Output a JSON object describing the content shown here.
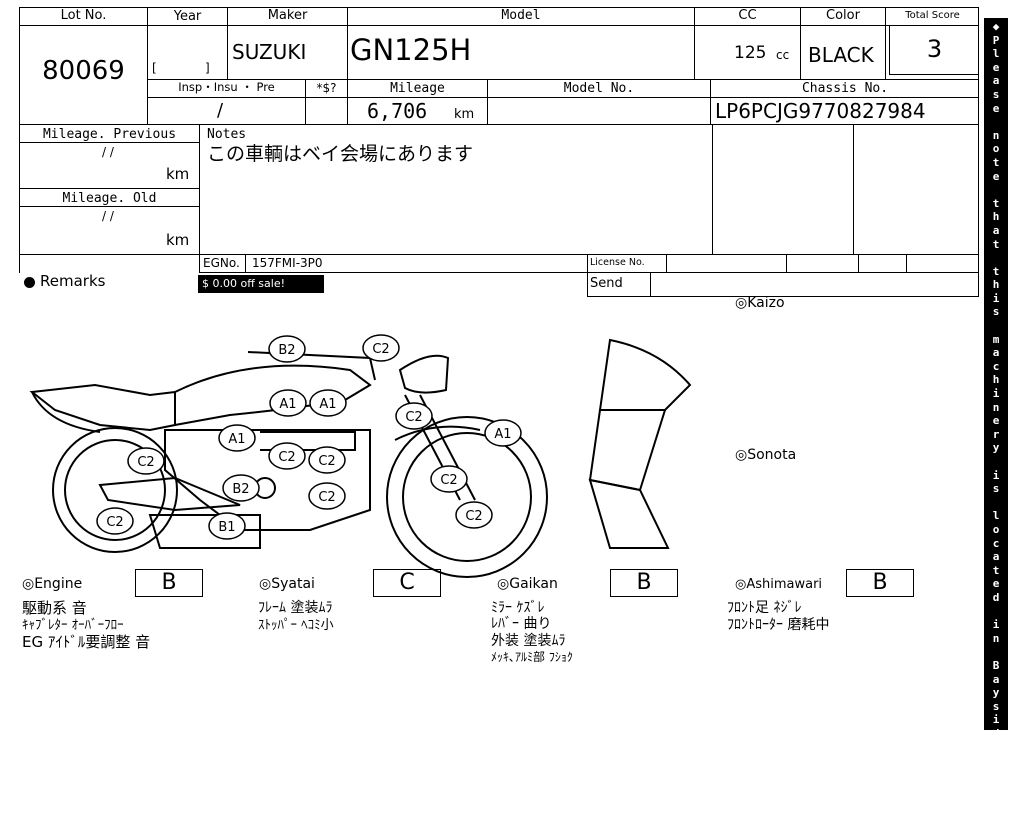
{
  "header": {
    "lot_label": "Lot No.",
    "lot_value": "80069",
    "year_label": "Year",
    "year_bracket_open": "[",
    "year_bracket_close": "]",
    "maker_label": "Maker",
    "maker_value": "SUZUKI",
    "model_label": "Model",
    "model_value": "GN125H",
    "cc_label": "CC",
    "cc_value": "125",
    "cc_unit": "cc",
    "color_label": "Color",
    "color_value": "BLACK",
    "score_label": "Total Score",
    "score_value": "3"
  },
  "row2": {
    "insp_label": "Insp・Insu ・ Pre",
    "insp_value": "/",
    "price_label": "*$?",
    "mileage_label": "Mileage",
    "mileage_value": "6,706",
    "mileage_unit": "km",
    "model_no_label": "Model No.",
    "chassis_label": "Chassis No.",
    "chassis_value": "LP6PCJG9770827984"
  },
  "left_panel": {
    "prev_label": "Mileage. Previous",
    "prev_date": "/  /",
    "prev_unit": "km",
    "old_label": "Mileage. Old",
    "old_date": "/  /",
    "old_unit": "km"
  },
  "notes": {
    "label": "Notes",
    "text": "この車輌はベイ会場にあります"
  },
  "eng": {
    "label": "EGNo.",
    "value": "157FMI-3P0",
    "license_label": "License No.",
    "send_label": "Send",
    "sale_badge": "$ 0.00 off sale!"
  },
  "remarks": {
    "label": "Remarks"
  },
  "diagram": {
    "kaizo_label": "◎Kaizo",
    "sonota_label": "◎Sonota",
    "marks": [
      "B2",
      "C2",
      "A1",
      "A1",
      "C2",
      "A1",
      "A1",
      "C2",
      "C2",
      "C2",
      "B2",
      "C2",
      "C2",
      "C2",
      "C2",
      "B1"
    ]
  },
  "ratings": [
    {
      "label": "◎Engine",
      "grade": "B",
      "notes": [
        "駆動系 音",
        "ｷｬﾌﾞﾚﾀｰ ｵｰﾊﾞｰﾌﾛｰ",
        "EG ｱｲﾄﾞﾙ要調整 音"
      ]
    },
    {
      "label": "◎Syatai",
      "grade": "C",
      "notes": [
        "ﾌﾚｰﾑ 塗装ﾑﾗ",
        "ｽﾄｯﾊﾟｰ ﾍｺﾐ小"
      ]
    },
    {
      "label": "◎Gaikan",
      "grade": "B",
      "notes": [
        "ﾐﾗｰ ｹｽﾞﾚ",
        "ﾚﾊﾞｰ 曲り",
        "外装 塗装ﾑﾗ",
        "ﾒｯｷ､ｱﾙﾐ部 ﾌｼｮｸ"
      ]
    },
    {
      "label": "◎Ashimawari",
      "grade": "B",
      "notes": [
        "ﾌﾛﾝﾄ足 ﾈｼﾞﾚ",
        "ﾌﾛﾝﾄﾛｰﾀｰ 磨耗中"
      ]
    }
  ],
  "sidebar_note": "◆Please note that this machinery is located in Bayside Yard◆"
}
